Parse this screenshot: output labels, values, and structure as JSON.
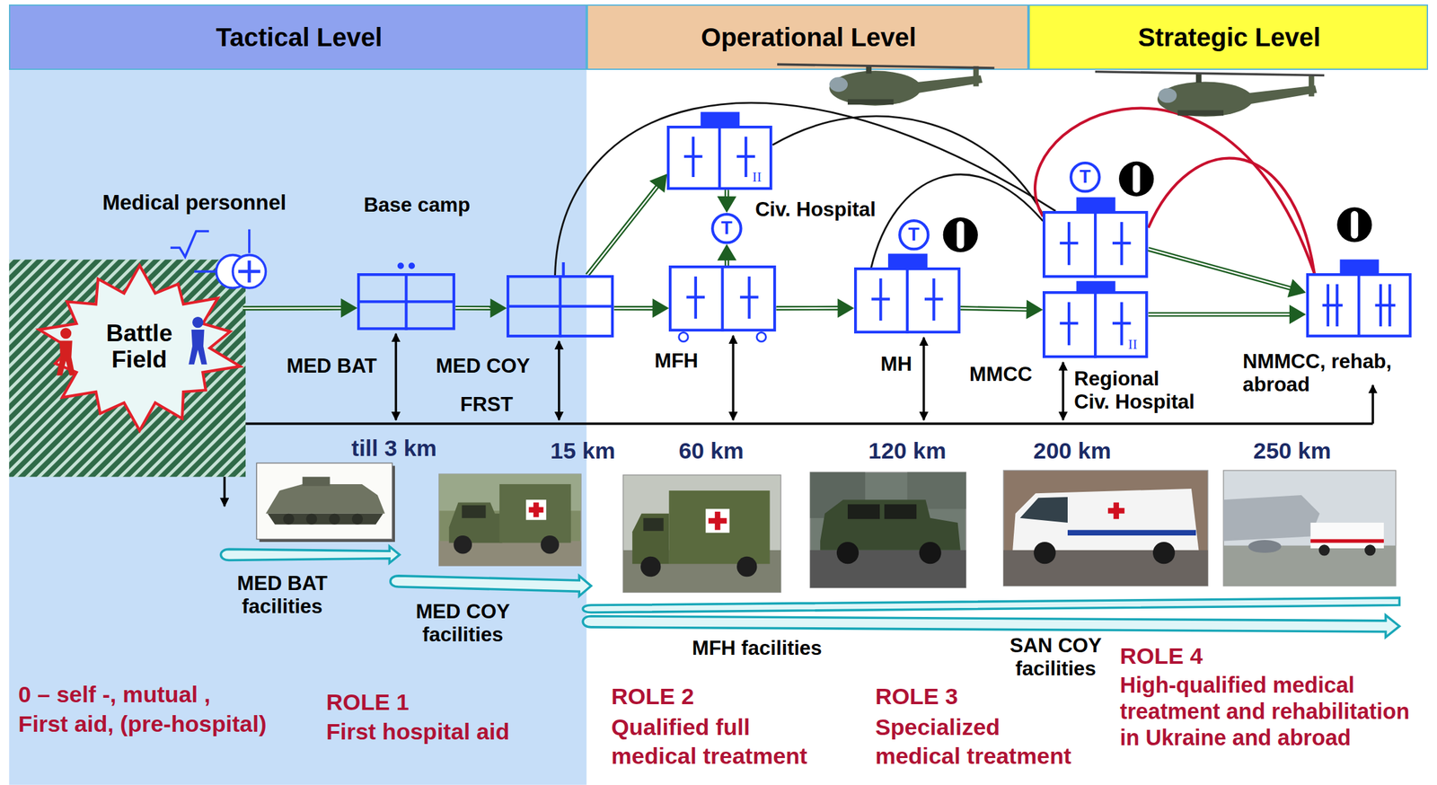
{
  "diagram": {
    "nodes": [
      {
        "text": [
          "Tactical Level"
        ]
      },
      {
        "text": [
          "Operational Level"
        ]
      },
      {
        "text": [
          "Strategic Level"
        ]
      },
      {
        "text": [
          "Battle Field"
        ]
      },
      {
        "text": [
          "MED BAT"
        ]
      },
      {
        "text": [
          "MED COY"
        ]
      },
      {
        "text": [
          "II",
          "Civ. Hospital"
        ]
      },
      {
        "text": [
          "T"
        ]
      },
      {
        "text": [
          "MFH"
        ]
      },
      {
        "text": [
          "T"
        ]
      },
      {
        "text": [
          "MH"
        ]
      },
      {
        "text": [
          "T"
        ]
      },
      {
        "text": [
          "MMCC"
        ]
      },
      {
        "text": [
          "II",
          "Regional Civ. Hospital"
        ]
      },
      {
        "text": [
          "NMMCC, rehab, abroad"
        ]
      }
    ],
    "edges": [
      {
        "from": 3,
        "to": 4,
        "arrow": "to"
      },
      {
        "from": 4,
        "to": 5,
        "arrow": "to"
      },
      {
        "from": 5,
        "to": 6,
        "arrow": "to"
      },
      {
        "from": 5,
        "to": 8,
        "arrow": "to"
      },
      {
        "from": 6,
        "to": 7,
        "arrow": "to"
      },
      {
        "from": 8,
        "to": 7,
        "arrow": "to"
      },
      {
        "from": 8,
        "to": 10,
        "arrow": "to"
      },
      {
        "from": 10,
        "to": 13,
        "arrow": "to"
      },
      {
        "from": 13,
        "to": 14,
        "arrow": "to"
      },
      {
        "from": 12,
        "to": 14,
        "arrow": "to"
      },
      {
        "from": 5,
        "to": 12,
        "arrow": "none"
      },
      {
        "from": 6,
        "to": 12,
        "arrow": "none"
      },
      {
        "from": 10,
        "to": 12,
        "arrow": "none"
      },
      {
        "from": 12,
        "to": 14,
        "arrow": "none"
      },
      {
        "from": 12,
        "to": 14,
        "arrow": "none"
      }
    ],
    "labels": [
      "Medical personnel",
      "Base camp",
      "FRST",
      "till 3 km",
      "15 km",
      "60 km",
      "120 km",
      "200 km",
      "250 km",
      "MED BAT facilities",
      "MED COY facilities",
      "MFH facilities",
      "SAN COY facilities",
      "0 – self -, mutual ,",
      "First aid, (pre-hospital)",
      "ROLE 1",
      "First hospital aid",
      "ROLE 2",
      "Qualified full medical treatment",
      "ROLE 3",
      "Specialized medical treatment",
      "ROLE 4",
      "High-qualified medical treatment and rehabilitation in Ukraine and abroad"
    ]
  }
}
